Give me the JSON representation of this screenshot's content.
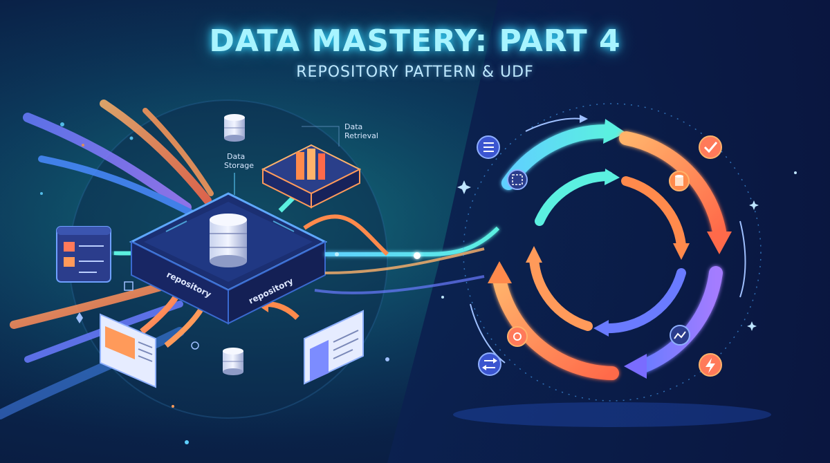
{
  "header": {
    "title": "DATA MASTERY: PART 4",
    "subtitle": "REPOSITORY PATTERN & UDF"
  },
  "left": {
    "storage_label_line1": "Data",
    "storage_label_line2": "Storage",
    "retrieval_label_line1": "Data",
    "retrieval_label_line2": "Retrieval",
    "repo_label_left": "repository",
    "repo_label_right": "repository"
  },
  "colors": {
    "accent_cyan": "#37d8ff",
    "accent_orange": "#ff8a4c",
    "accent_purple": "#7a6cff",
    "accent_teal": "#2fd9c4"
  },
  "icons": {
    "list": "list-icon",
    "check": "check-icon",
    "sync": "sync-icon",
    "database": "database-icon",
    "swap": "swap-icon",
    "trend": "trend-icon",
    "settings": "settings-icon",
    "bolt": "bolt-icon"
  }
}
